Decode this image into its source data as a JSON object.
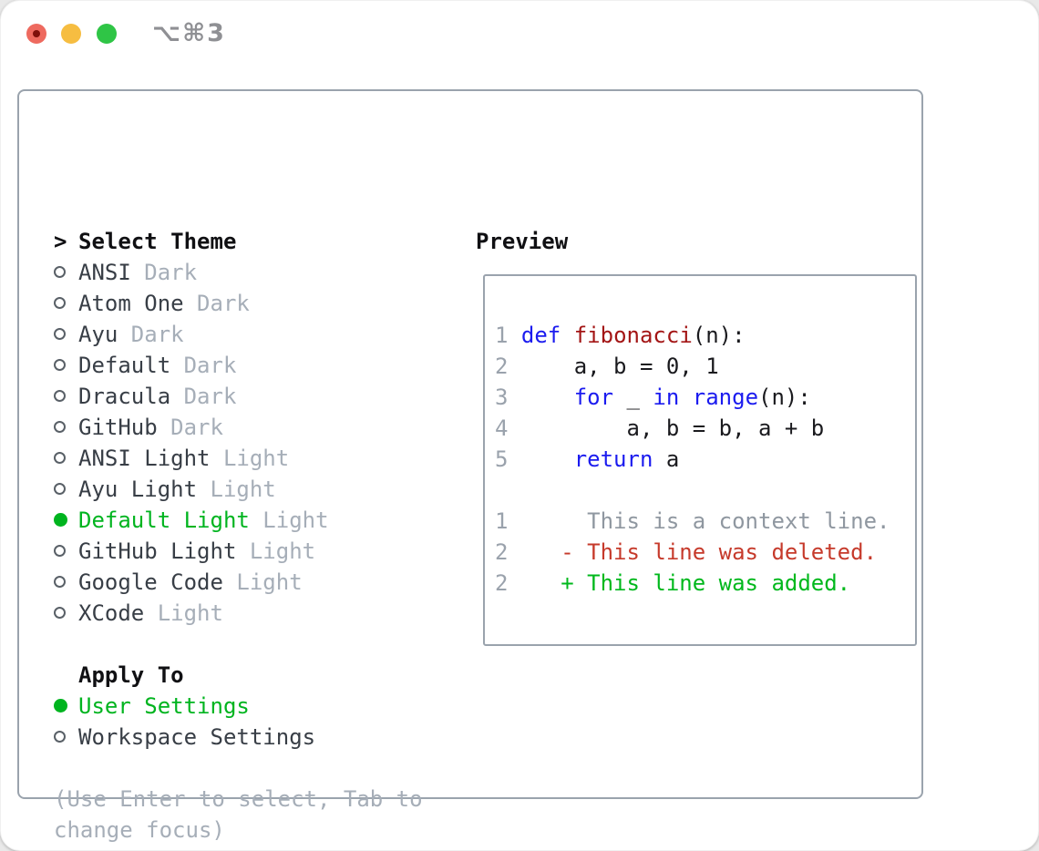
{
  "window": {
    "shortcut": "⌥⌘3"
  },
  "colors": {
    "border": "#9aa3ad",
    "heading": "#101013",
    "name": "#383e46",
    "tag": "#a6aeb8",
    "num": "#9aa2ac",
    "ctx": "#8f97a0",
    "kw": "#1b1bef",
    "fn": "#a31515",
    "code": "#1a1a1e",
    "del": "#c63a2b",
    "add": "#00b81c",
    "sel": "#00b41f",
    "tl-red": "#ee6a5f",
    "tl-red-dot": "#7f100b",
    "tl-yellow": "#f6bd41",
    "tl-green": "#2fc546",
    "shortcut": "#8f9094"
  },
  "theme_list": {
    "prompt": ">",
    "title": "Select Theme",
    "items": [
      {
        "name": "ANSI",
        "tag": "Dark",
        "selected": false
      },
      {
        "name": "Atom One",
        "tag": "Dark",
        "selected": false
      },
      {
        "name": "Ayu",
        "tag": "Dark",
        "selected": false
      },
      {
        "name": "Default",
        "tag": "Dark",
        "selected": false
      },
      {
        "name": "Dracula",
        "tag": "Dark",
        "selected": false
      },
      {
        "name": "GitHub",
        "tag": "Dark",
        "selected": false
      },
      {
        "name": "ANSI Light",
        "tag": "Light",
        "selected": false
      },
      {
        "name": "Ayu Light",
        "tag": "Light",
        "selected": false
      },
      {
        "name": "Default Light",
        "tag": "Light",
        "selected": true
      },
      {
        "name": "GitHub Light",
        "tag": "Light",
        "selected": false
      },
      {
        "name": "Google Code",
        "tag": "Light",
        "selected": false
      },
      {
        "name": "XCode",
        "tag": "Light",
        "selected": false
      }
    ]
  },
  "apply_to": {
    "title": "Apply To",
    "items": [
      {
        "name": "User Settings",
        "selected": true
      },
      {
        "name": "Workspace Settings",
        "selected": false
      }
    ]
  },
  "hint": {
    "line1": "(Use Enter to select, Tab to",
    "line2": "change focus)"
  },
  "preview": {
    "title": "Preview",
    "lines": [
      {
        "segments": [
          {
            "c": "num",
            "t": "1"
          },
          {
            "c": "code",
            "t": " "
          },
          {
            "c": "kw",
            "t": "def"
          },
          {
            "c": "code",
            "t": " "
          },
          {
            "c": "fn",
            "t": "fibonacci"
          },
          {
            "c": "code",
            "t": "(n):"
          }
        ]
      },
      {
        "segments": [
          {
            "c": "num",
            "t": "2"
          },
          {
            "c": "code",
            "t": "     a, b = 0, 1"
          }
        ]
      },
      {
        "segments": [
          {
            "c": "num",
            "t": "3"
          },
          {
            "c": "code",
            "t": "     "
          },
          {
            "c": "kw",
            "t": "for"
          },
          {
            "c": "code",
            "t": " _ "
          },
          {
            "c": "kw",
            "t": "in"
          },
          {
            "c": "code",
            "t": " "
          },
          {
            "c": "kw",
            "t": "range"
          },
          {
            "c": "code",
            "t": "(n):"
          }
        ]
      },
      {
        "segments": [
          {
            "c": "num",
            "t": "4"
          },
          {
            "c": "code",
            "t": "         a, b = b, a + b"
          }
        ]
      },
      {
        "segments": [
          {
            "c": "num",
            "t": "5"
          },
          {
            "c": "code",
            "t": "     "
          },
          {
            "c": "kw",
            "t": "return"
          },
          {
            "c": "code",
            "t": " a"
          }
        ]
      },
      {
        "segments": []
      },
      {
        "segments": [
          {
            "c": "num",
            "t": "1"
          },
          {
            "c": "ctx",
            "t": "      This is a context line."
          }
        ]
      },
      {
        "segments": [
          {
            "c": "num",
            "t": "2"
          },
          {
            "c": "del",
            "t": "    - This line was deleted."
          }
        ]
      },
      {
        "segments": [
          {
            "c": "num",
            "t": "2"
          },
          {
            "c": "add",
            "t": "    + This line was added."
          }
        ]
      }
    ]
  }
}
